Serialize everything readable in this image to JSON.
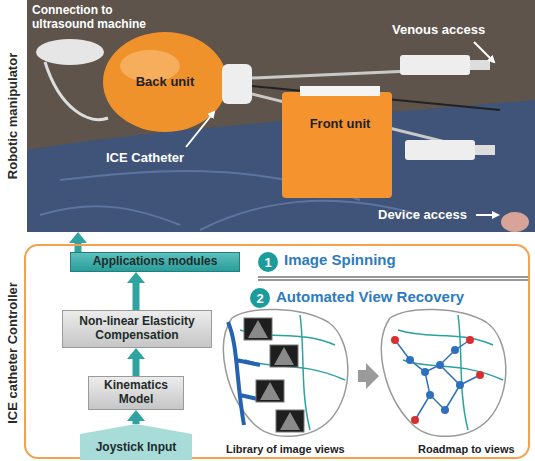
{
  "diagram": {
    "nodes": [
      {
        "text": [
          "Robotic manipulator"
        ]
      },
      {
        "text": [
          "Back unit"
        ],
        "in": 0
      },
      {
        "text": [
          "Front unit"
        ],
        "in": 0
      },
      {
        "text": [
          "ICE catheter Controller"
        ]
      },
      {
        "text": [
          "Applications modules"
        ],
        "in": 3
      },
      {
        "text": [
          "1"
        ],
        "in": 3
      },
      {
        "text": [
          "2"
        ],
        "in": 3
      },
      {
        "text": [
          "Non-linear Elasticity Compensation"
        ],
        "in": 3
      },
      {
        "text": [
          "Kinematics Model"
        ],
        "in": 3
      },
      {
        "text": [
          "Joystick Input"
        ],
        "in": 3
      }
    ],
    "edges": [
      {
        "from": 9,
        "to": 8,
        "arrow": "to"
      },
      {
        "from": 8,
        "to": 7,
        "arrow": "to"
      },
      {
        "from": 7,
        "to": 4,
        "arrow": "to"
      },
      {
        "from": 4,
        "to": 0,
        "arrow": "to"
      }
    ],
    "labels": [
      "Connection to ultrasound machine",
      "ICE Catheter",
      "Venous access",
      "Device access",
      "Image Spinning",
      "Automated View Recovery",
      "Library of image views",
      "Roadmap to views"
    ]
  }
}
